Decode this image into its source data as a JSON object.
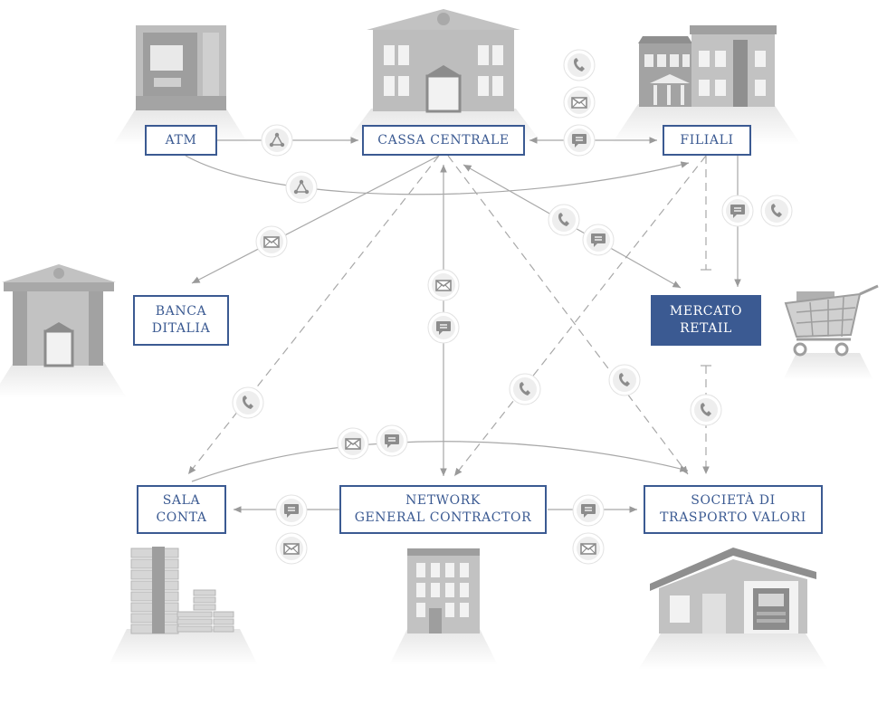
{
  "nodes": {
    "atm": {
      "lines": [
        "ATM"
      ]
    },
    "cassa": {
      "lines": [
        "CASSA CENTRALE"
      ]
    },
    "filiali": {
      "lines": [
        "FILIALI"
      ]
    },
    "banca": {
      "lines": [
        "BANCA",
        "DITALIA"
      ]
    },
    "mercato": {
      "lines": [
        "MERCATO",
        "RETAIL"
      ]
    },
    "sala": {
      "lines": [
        "SALA",
        "CONTA"
      ]
    },
    "network": {
      "lines": [
        "NETWORK",
        "GENERAL CONTRACTOR"
      ]
    },
    "societa": {
      "lines": [
        "SOCIETÀ DI",
        "TRASPORTO VALORI"
      ]
    }
  },
  "icons": {
    "phone": "phone-icon",
    "mail": "mail-icon",
    "chat": "chat-icon",
    "network": "network-icon"
  },
  "colors": {
    "accent": "#3b5a92",
    "line": "#a8a8a8",
    "illustration": "#b5b5b5",
    "illustration_dark": "#8d8d8d",
    "icon_circle": "#eeeeee"
  }
}
